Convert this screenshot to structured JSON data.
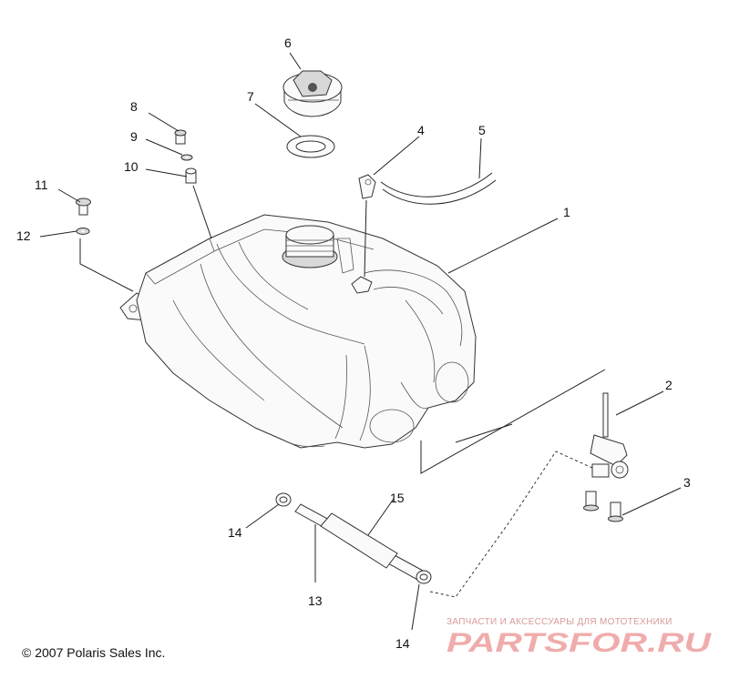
{
  "callouts": [
    {
      "id": "1",
      "text": "1"
    },
    {
      "id": "2",
      "text": "2"
    },
    {
      "id": "3",
      "text": "3"
    },
    {
      "id": "4",
      "text": "4"
    },
    {
      "id": "5",
      "text": "5"
    },
    {
      "id": "6",
      "text": "6"
    },
    {
      "id": "7",
      "text": "7"
    },
    {
      "id": "8",
      "text": "8"
    },
    {
      "id": "9",
      "text": "9"
    },
    {
      "id": "10",
      "text": "10"
    },
    {
      "id": "11",
      "text": "11"
    },
    {
      "id": "12",
      "text": "12"
    },
    {
      "id": "13",
      "text": "13"
    },
    {
      "id": "14a",
      "text": "14"
    },
    {
      "id": "14b",
      "text": "14"
    },
    {
      "id": "15",
      "text": "15"
    }
  ],
  "copyright": "© 2007 Polaris Sales Inc.",
  "watermark": {
    "tagline": "ЗАПЧАСТИ И АКСЕССУАРЫ ДЛЯ МОТОТЕХНИКИ",
    "logo_text": "PARTSFOR.RU",
    "color": "#e46a6a"
  }
}
